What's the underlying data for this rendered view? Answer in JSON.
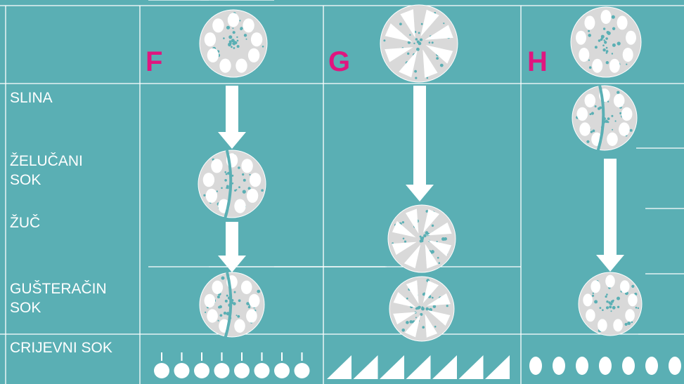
{
  "columns": [
    {
      "label": "F"
    },
    {
      "label": "G"
    },
    {
      "label": "H"
    }
  ],
  "rows": [
    {
      "line1": "SLINA",
      "line2": ""
    },
    {
      "line1": "ŽELUČANI",
      "line2": "SOK"
    },
    {
      "line1": "ŽUČ",
      "line2": ""
    },
    {
      "line1": "GUŠTERAČIN",
      "line2": "SOK"
    },
    {
      "line1": "CRIJEVNI SOK",
      "line2": ""
    }
  ],
  "colors": {
    "background": "#5aafb4",
    "lines": "#ffffff",
    "column_label": "#e0167f",
    "particle_fill": "#d9d9d9",
    "molecule": "#ffffff"
  }
}
